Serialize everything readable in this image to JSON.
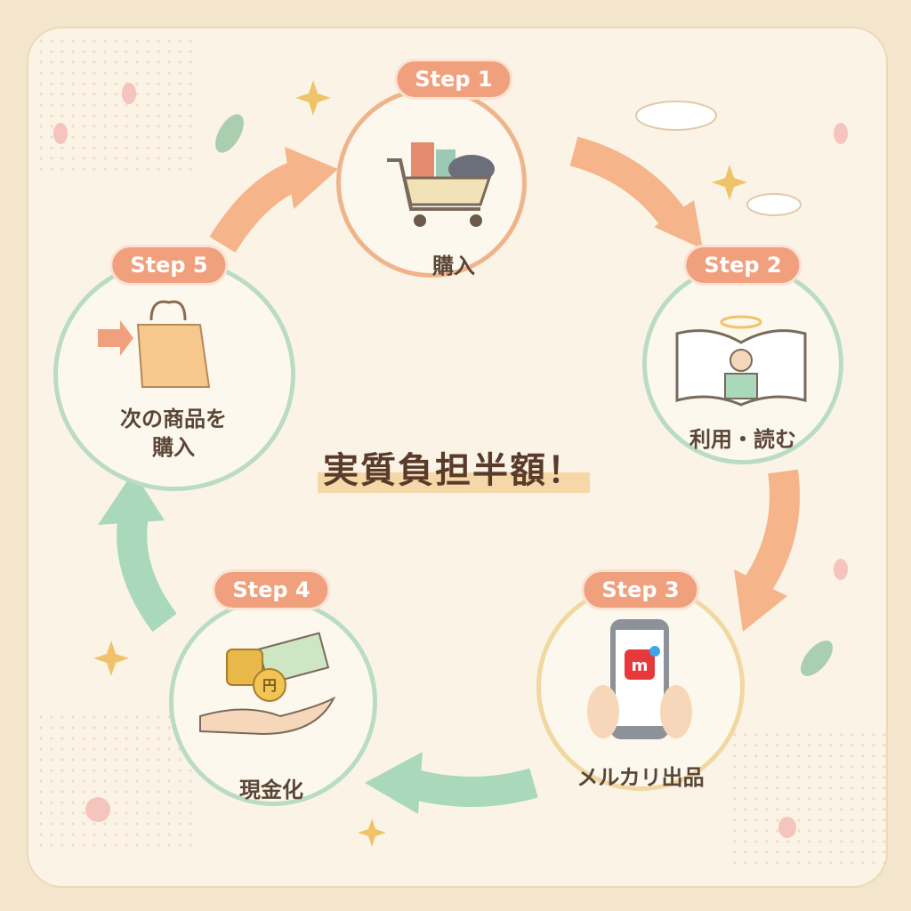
{
  "center_text": "実質負担半額！",
  "steps": [
    {
      "badge": "Step 1",
      "label": "購入",
      "icon": "shopping-cart-icon"
    },
    {
      "badge": "Step 2",
      "label": "利用・読む",
      "icon": "open-book-icon"
    },
    {
      "badge": "Step 3",
      "label": "メルカリ出品",
      "icon": "smartphone-app-icon",
      "app_glyph": "m"
    },
    {
      "badge": "Step 4",
      "label": "現金化",
      "icon": "coins-cash-hand-icon",
      "coin_glyph": "円"
    },
    {
      "badge": "Step 5",
      "label_line1": "次の商品を",
      "label_line2": "購入",
      "icon": "shopping-bag-icon"
    }
  ],
  "colors": {
    "badge": "#f1a07e",
    "orange_arrow": "#f5b48a",
    "green_arrow": "#a9d8bb",
    "ring_green": "#b9dcc3",
    "ring_orange": "#efb48c"
  }
}
